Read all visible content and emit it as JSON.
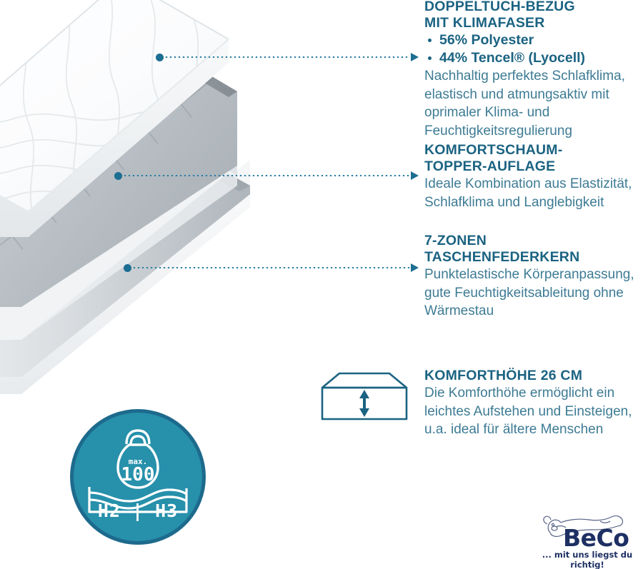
{
  "product": {
    "image_alt": "Matratze Querschnitt mit Bezug, Komfortschaum-Topper und 7-Zonen-Taschenfederkern"
  },
  "colors": {
    "heading": "#1b6382",
    "body": "#3d7b94",
    "connector": "#1c6e92",
    "badge_fill": "#2790ab",
    "badge_ring": "#1d6a8c",
    "logo": "#1d2f63"
  },
  "features": [
    {
      "id": "cover",
      "heading_line1": "DOPPELTUCH-BEZUG",
      "heading_line2": "MIT KLIMAFASER",
      "bullets": [
        "56% Polyester",
        "44% Tencel® (Lyocell)"
      ],
      "body": "Nachhaltig perfektes Schlafklima, elastisch und atmungsaktiv mit oprimaler Klima- und Feuchtigkeitsregulierung"
    },
    {
      "id": "topper",
      "heading_line1": "KOMFORTSCHAUM-",
      "heading_line2": "TOPPER-AUFLAGE",
      "body": "Ideale Kombination aus Elastizität, Schlafklima und Langlebigkeit"
    },
    {
      "id": "core",
      "heading_line1": "7-ZONEN",
      "heading_line2": "TASCHENFEDERKERN",
      "body": "Punktelastische Körperanpassung, gute Feuchtigkeitsableitung ohne Wärmestau"
    },
    {
      "id": "height",
      "heading_line1": "KOMFORTHÖHE 26 CM",
      "body": "Die Komforthöhe ermöglicht ein leichtes Aufstehen und Einsteigen, u.a. ideal für ältere Menschen"
    }
  ],
  "badge": {
    "max_label": "max.",
    "max_value": "100",
    "hardness": "H2 | H3"
  },
  "logo": {
    "word": "BeCo",
    "tagline": "... mit uns liegst du richtig!"
  }
}
